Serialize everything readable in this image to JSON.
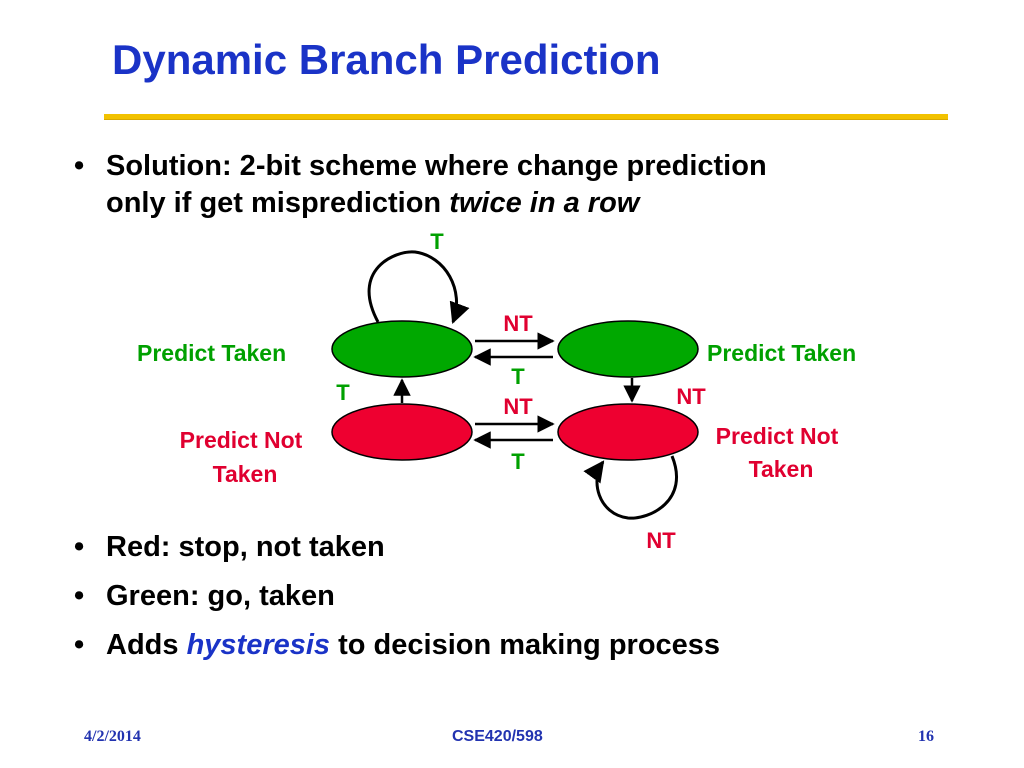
{
  "slide": {
    "title": "Dynamic Branch Prediction",
    "bullets": [
      {
        "marker": "•",
        "line1": "Solution: 2-bit scheme where change prediction",
        "line2_plain": "only if get misprediction ",
        "line2_italic": "twice in a row"
      },
      {
        "marker": "•",
        "text": "Red: stop, not taken"
      },
      {
        "marker": "•",
        "text": "Green: go, taken"
      },
      {
        "marker": "•",
        "prefix": "Adds ",
        "highlight": "hysteresis",
        "suffix": " to decision making process"
      }
    ],
    "footer": {
      "date": "4/2/2014",
      "course": "CSE420/598",
      "page": "16"
    }
  },
  "diagram": {
    "colors": {
      "taken": "#00a000",
      "not_taken": "#e00030",
      "state_green": "#00a800",
      "state_red": "#ee0030"
    },
    "states": [
      {
        "id": "s0",
        "label": "Predict Taken",
        "kind": "taken"
      },
      {
        "id": "s1",
        "label": "Predict Taken",
        "kind": "taken"
      },
      {
        "id": "s2",
        "label_line1": "Predict Not",
        "label_line2": "Taken",
        "kind": "not_taken"
      },
      {
        "id": "s3",
        "label_line1": "Predict Not",
        "label_line2": "Taken",
        "kind": "not_taken"
      }
    ],
    "edges": {
      "s0_self": "T",
      "s0_to_s1": "NT",
      "s1_to_s0": "T",
      "s2_to_s0": "T",
      "s1_to_s3": "NT",
      "s2_to_s3": "NT",
      "s3_to_s2": "T",
      "s3_self": "NT"
    }
  }
}
